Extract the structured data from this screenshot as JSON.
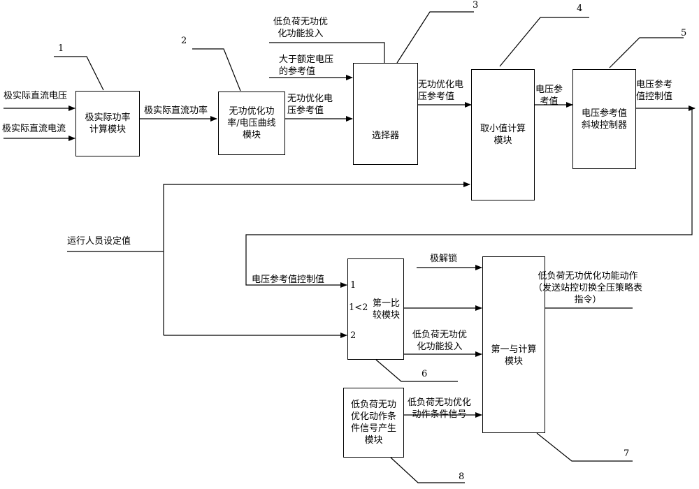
{
  "blocks": {
    "b1": "极实际功率\n计算模块",
    "b2": "无功优化功\n率/电压曲线\n模块",
    "b3": "选择器",
    "b4": "取小值计算\n模块",
    "b5": "电压参考值\n斜坡控制器",
    "b6": "第一比\n较模块",
    "b7": "第一与计算\n模块",
    "b8": "低负荷无功\n优化动作条\n件信号产生\n模块"
  },
  "numbers": {
    "n1": "1",
    "n2": "2",
    "n3": "3",
    "n4": "4",
    "n5": "5",
    "n6": "6",
    "n7": "7",
    "n8": "8"
  },
  "labels": {
    "dc_voltage": "极实际直流电压",
    "dc_current": "极实际直流电流",
    "dc_power": "极实际直流功率",
    "opt_v_ref_1": "无功优化电\n压参考值",
    "low_load_enable": "低负荷无功优\n化功能投入",
    "above_rated": "大于额定电压\n的参考值",
    "opt_v_ref_2": "无功优化电\n压参考值",
    "v_ref": "电压参\n考值",
    "v_ref_ctrl_out": "电压参考\n值控制值",
    "operator_setting": "运行人员设定值",
    "v_ref_ctrl_in": "电压参考值控制值",
    "port_1": "1",
    "port_cmp": "1<2",
    "port_2": "2",
    "deblock": "极解锁",
    "low_load_enable_2": "低负荷无功优\n化功能投入",
    "low_load_cond_signal": "低负荷无功优化\n动作条件信号",
    "output": "低负荷无功优化功能动作\n（发送站控切换全压策略表\n指令）"
  }
}
